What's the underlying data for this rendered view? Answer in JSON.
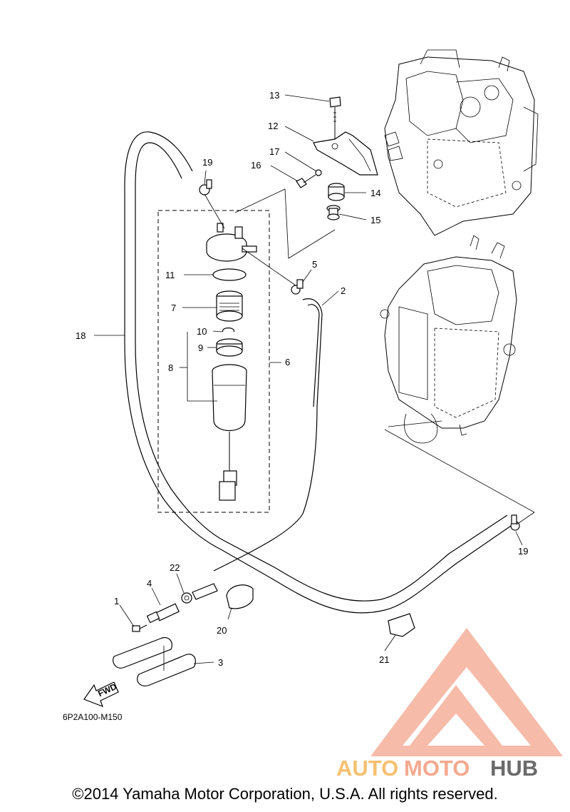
{
  "diagram": {
    "code": "6P2A100-M150",
    "fwd_label": "FWD",
    "callouts": {
      "p1": "1",
      "p2": "2",
      "p3": "3",
      "p4": "4",
      "p5": "5",
      "p6": "6",
      "p7": "7",
      "p8": "8",
      "p9": "9",
      "p10": "10",
      "p11": "11",
      "p12": "12",
      "p13": "13",
      "p14": "14",
      "p15": "15",
      "p16": "16",
      "p17": "17",
      "p18": "18",
      "p19a": "19",
      "p19b": "19",
      "p20": "20",
      "p21": "21",
      "p22": "22"
    }
  },
  "watermark": {
    "text_auto": "AUTO",
    "text_moto": "MOTO",
    "text_hub": "HUB",
    "color_light": "#f4a98f",
    "color_dark": "#6b6b6b"
  },
  "footer": {
    "copyright": "©2014 Yamaha Motor Corporation, U.S.A. All rights reserved."
  }
}
